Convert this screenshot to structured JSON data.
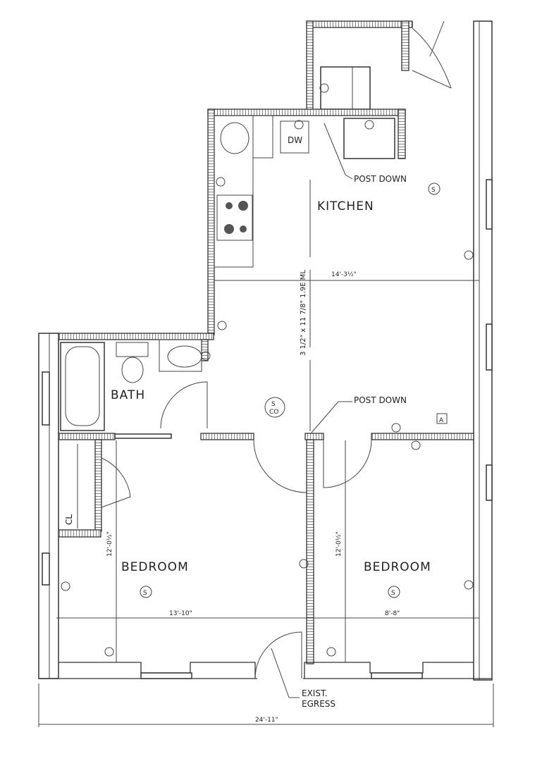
{
  "rooms": {
    "kitchen": "KITCHEN",
    "bath": "BATH",
    "bedroom_left": "BEDROOM",
    "bedroom_right": "BEDROOM",
    "closet": "CL"
  },
  "fixtures": {
    "dishwasher": "DW"
  },
  "notes": {
    "post_down_top": "POST DOWN",
    "post_down_center": "POST DOWN",
    "egress_line1": "EXIST.",
    "egress_line2": "EGRESS",
    "beam": "3 1/2\" x 11 7/8\" 1.9E ML",
    "detail_tag": "A"
  },
  "symbols": {
    "smoke": "S",
    "smoke_co_top": "S",
    "smoke_co_bottom": "CO"
  },
  "dimensions": {
    "kitchen_width": "14'-3½\"",
    "bedroom_left_width": "13'-10\"",
    "bedroom_right_width": "8'-8\"",
    "bedroom_left_depth": "12'-0½\"",
    "bedroom_right_depth": "12'-0½\"",
    "overall_width": "24'-11\""
  }
}
